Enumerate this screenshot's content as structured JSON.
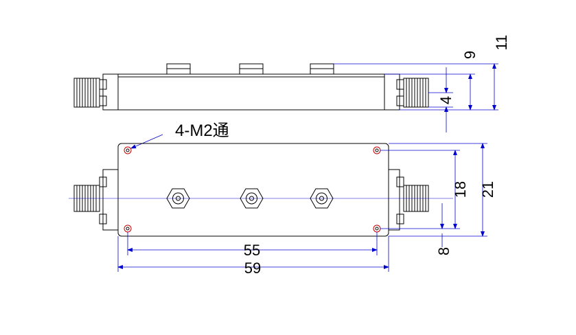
{
  "drawing": {
    "hole_note": "4-M2通",
    "dims": {
      "length_holes": "55",
      "length_total": "59",
      "width_holes": "18",
      "width_total": "21",
      "hole_offset": "8",
      "height_total": "11",
      "height_body": "9",
      "connector_height": "4"
    }
  }
}
